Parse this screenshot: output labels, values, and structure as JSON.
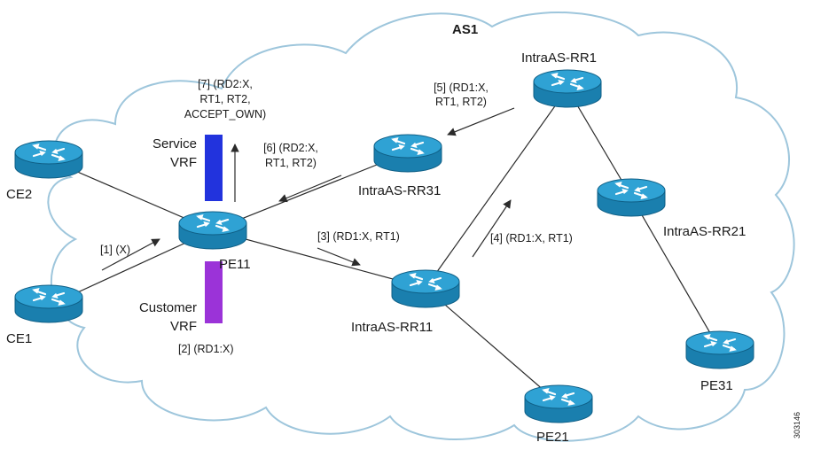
{
  "cloud_label": "AS1",
  "figure_id": "303146",
  "colors": {
    "cloud_stroke": "#9ec6dc",
    "router_top": "#2fa2d4",
    "router_side": "#1a7fae",
    "service_vrf": "#2233dd",
    "customer_vrf": "#9b33d8",
    "line": "#2b2b2b"
  },
  "routers": {
    "ce2": "CE2",
    "ce1": "CE1",
    "pe11": "PE11",
    "rr1": "IntraAS-RR1",
    "rr31": "IntraAS-RR31",
    "rr21": "IntraAS-RR21",
    "rr11": "IntraAS-RR11",
    "pe21": "PE21",
    "pe31": "PE31"
  },
  "vrfs": {
    "service": [
      "Service",
      "VRF"
    ],
    "customer": [
      "Customer",
      "VRF"
    ]
  },
  "steps": {
    "s1": [
      "[1] (X)"
    ],
    "s2": [
      "[2] (RD1:X)"
    ],
    "s3": [
      "[3] (RD1:X, RT1)"
    ],
    "s4": [
      "[4] (RD1:X, RT1)"
    ],
    "s5": [
      "[5] (RD1:X,",
      "RT1, RT2)"
    ],
    "s6": [
      "[6] (RD2:X,",
      "RT1, RT2)"
    ],
    "s7": [
      "[7] (RD2:X,",
      "RT1, RT2,",
      "ACCEPT_OWN)"
    ]
  }
}
